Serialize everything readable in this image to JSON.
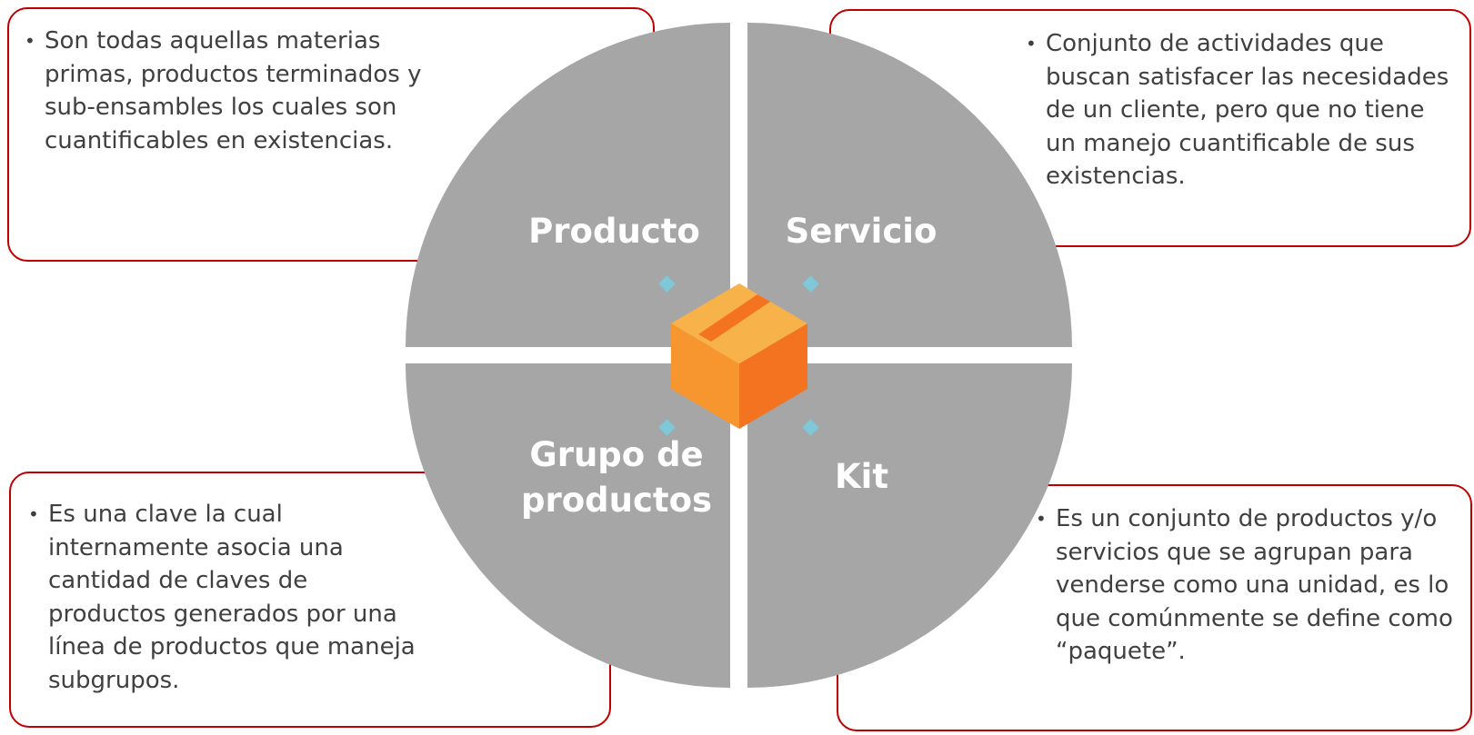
{
  "colors": {
    "quadrant_fill": "#a6a6a6",
    "box_border": "#c00000",
    "text": "#404040",
    "label": "#ffffff",
    "diamond": "#7ec8d9",
    "box_top": "#f7b24a",
    "box_left": "#f7962f",
    "box_right": "#f37321",
    "tape": "#f37321"
  },
  "center": {
    "icon": "box-package-icon"
  },
  "quadrants": {
    "producto": {
      "label": "Producto",
      "description": "Son todas aquellas materias primas, productos terminados y sub-ensambles los cuales son cuantificables en existencias."
    },
    "servicio": {
      "label": "Servicio",
      "description": "Conjunto de actividades que buscan satisfacer las necesidades de un cliente, pero que no tiene un manejo cuantificable de sus existencias."
    },
    "grupo": {
      "label_line1": "Grupo de",
      "label_line2": "productos",
      "description": "Es una clave la cual internamente asocia una cantidad de claves de productos generados por una línea de productos que maneja subgrupos."
    },
    "kit": {
      "label": "Kit",
      "description": "Es un conjunto de productos y/o servicios que se agrupan para venderse como una unidad, es lo que comúnmente se define como “paquete”."
    }
  }
}
